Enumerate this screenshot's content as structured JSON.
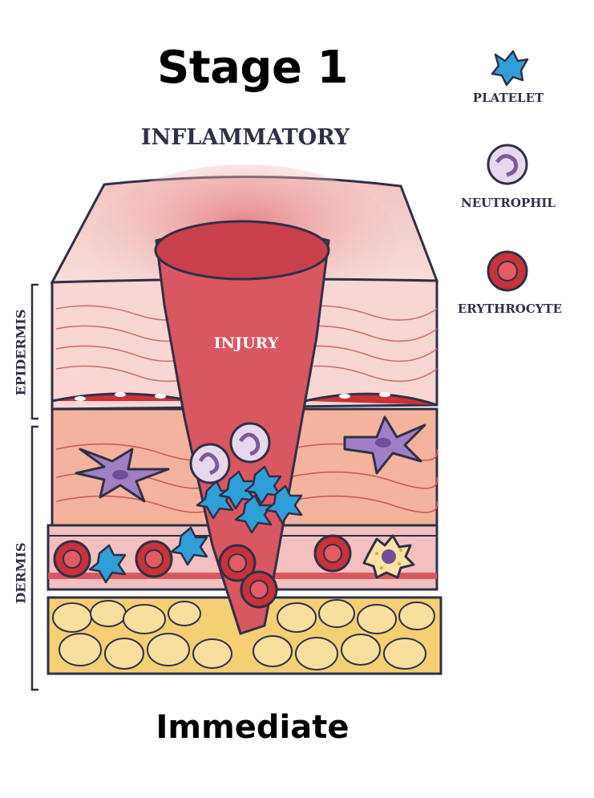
{
  "title": "Stage 1",
  "subtitle": "INFLAMMATORY",
  "footer": "Immediate",
  "wound_label": "INJURY",
  "layers": {
    "epidermis": "EPIDERMIS",
    "dermis": "DERMIS"
  },
  "legend": [
    {
      "label": "PLATELET",
      "icon": "platelet-icon",
      "color": "#2f9fd8"
    },
    {
      "label": "NEUTROPHIL",
      "icon": "neutrophil-icon",
      "color": "#e8d8ec"
    },
    {
      "label": "ERYTHROCYTE",
      "icon": "erythrocyte-icon",
      "color": "#c8323a"
    }
  ],
  "colors": {
    "wound": "#d95761",
    "skin_top": "#f6c9c4",
    "dermis": "#f3b39c",
    "fat": "#f7d98e",
    "outline": "#2f3048"
  }
}
